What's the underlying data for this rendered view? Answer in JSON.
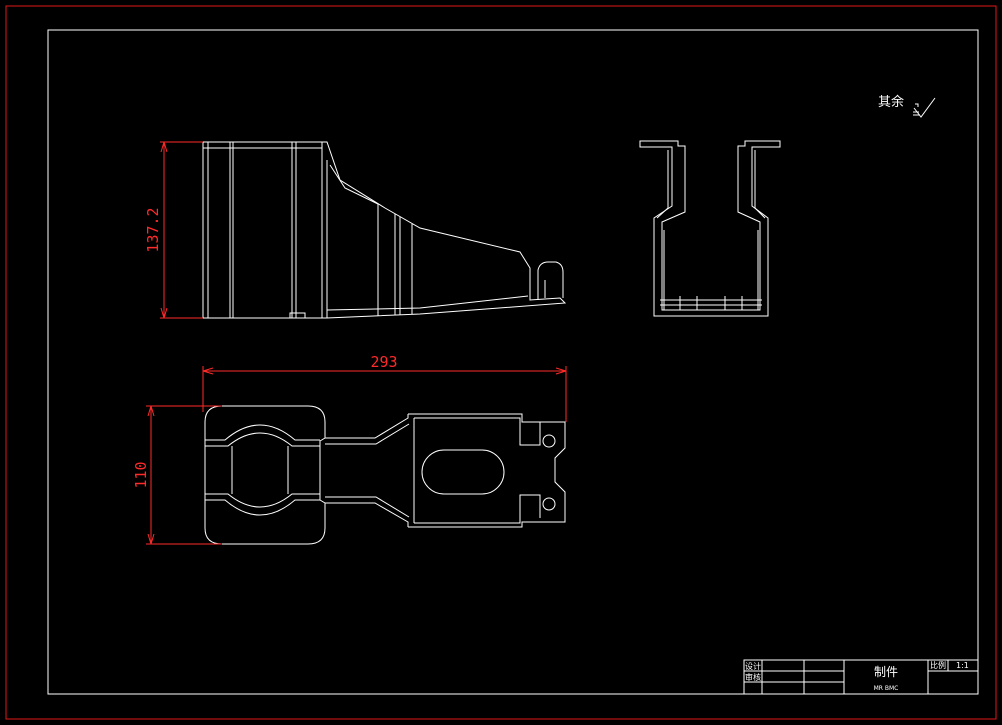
{
  "dimensions": {
    "height_side_view": "137.2",
    "length_top_view": "293",
    "width_top_view": "110"
  },
  "surface_note": {
    "text": "其余"
  },
  "title_block": {
    "design_label": "设计",
    "review_label": "审核",
    "part_name": "制件",
    "part_subtitle": "MR BMC",
    "scale_label": "比例",
    "scale_value": "1:1"
  },
  "colors": {
    "background": "#000000",
    "border": "#e01818",
    "geometry": "#ffffff",
    "dimension": "#ff2a2a"
  }
}
